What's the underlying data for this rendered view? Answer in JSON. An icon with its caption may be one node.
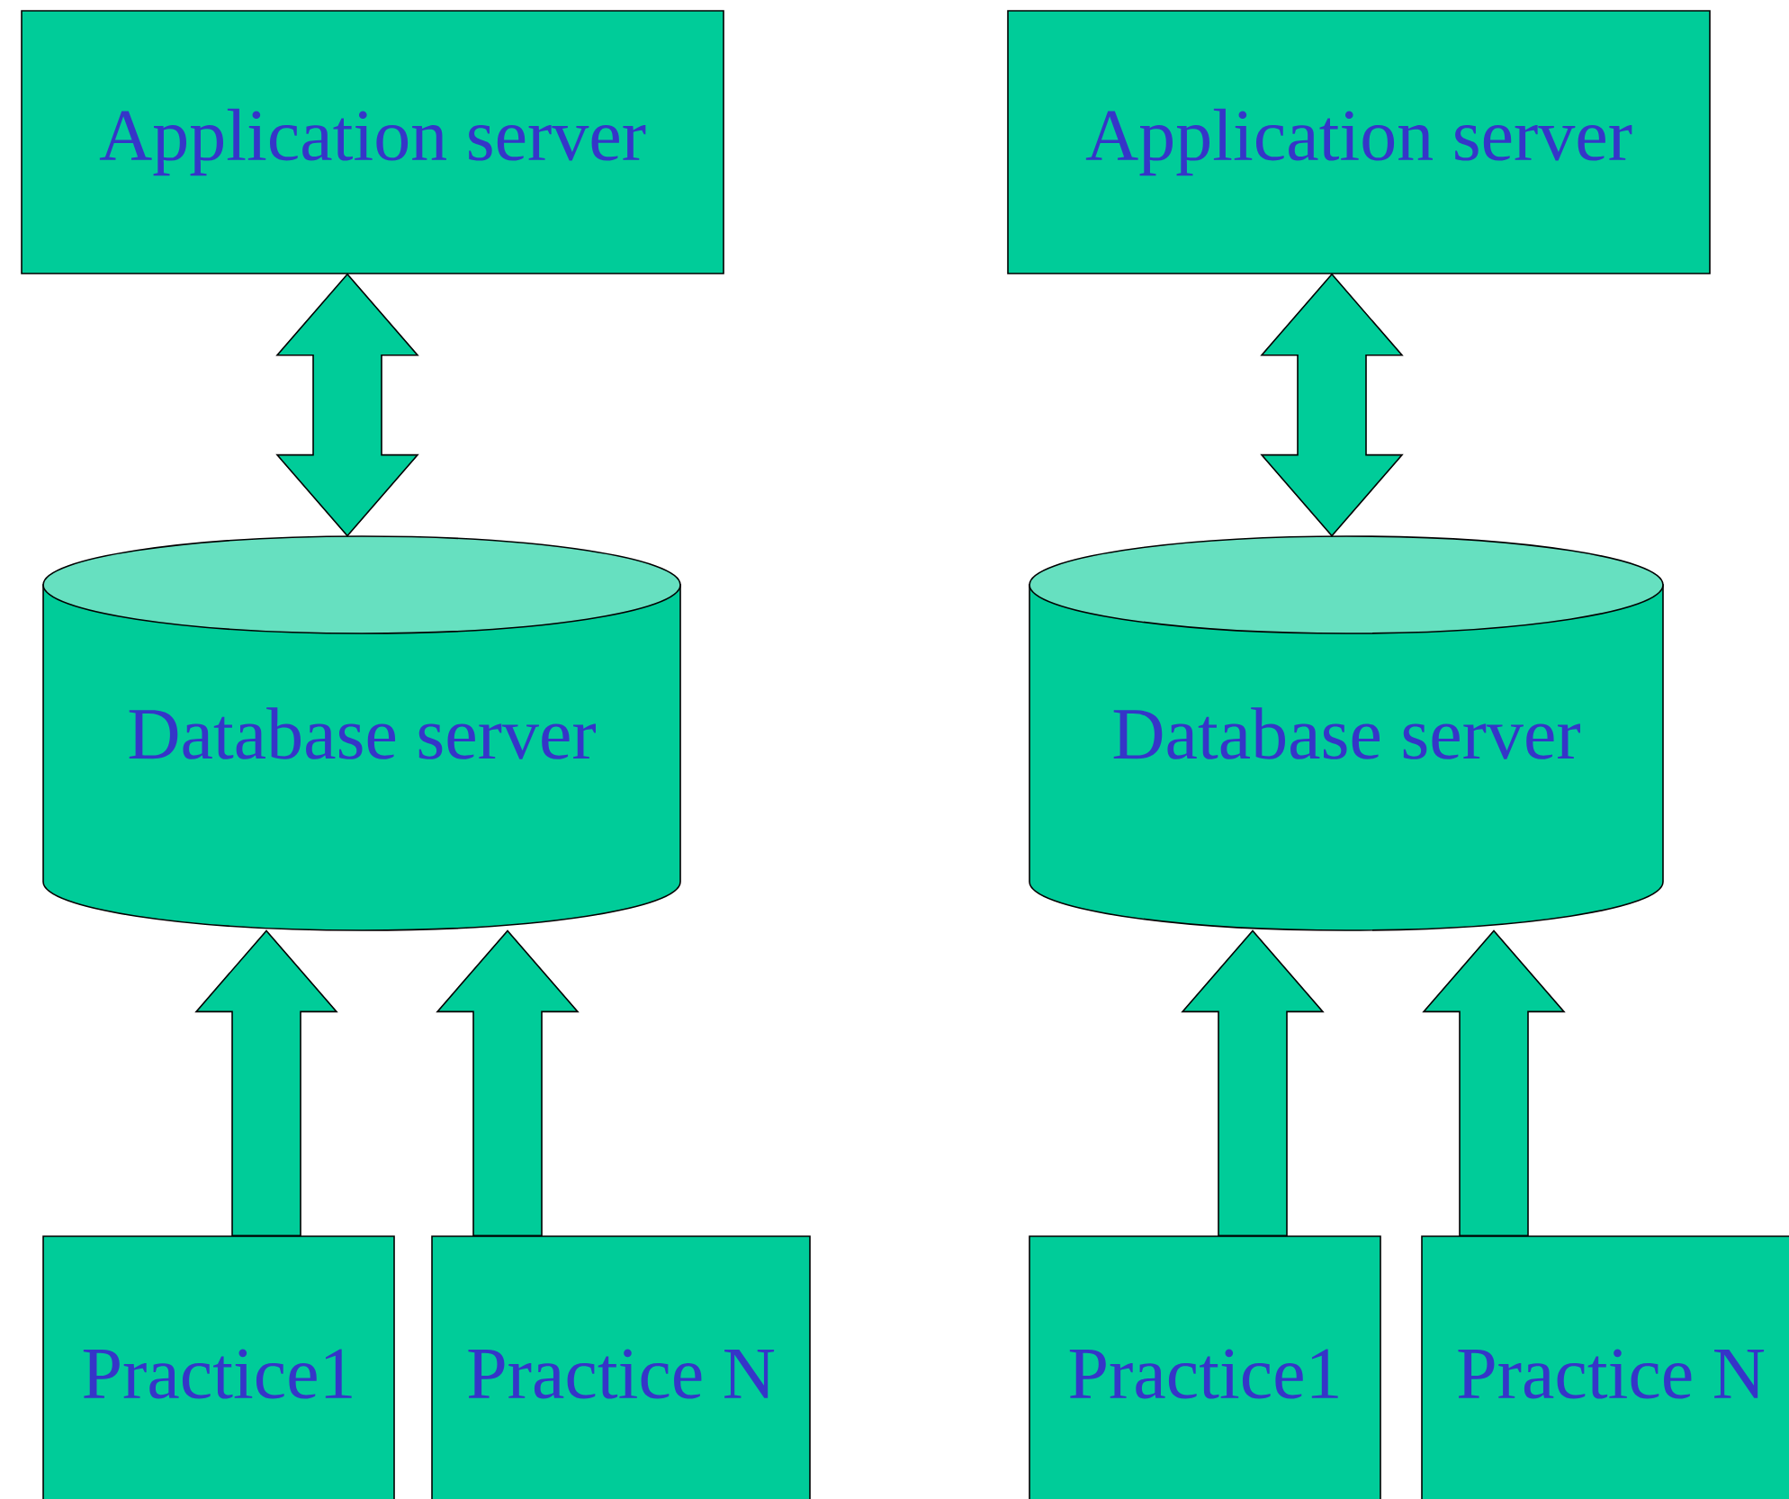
{
  "diagram": {
    "nodes": [
      {
        "text": [
          "Application server"
        ]
      },
      {
        "text": [
          "Database server"
        ]
      },
      {
        "text": [
          "Practice1"
        ]
      },
      {
        "text": [
          "Practice N"
        ]
      },
      {
        "text": [
          "Application server"
        ]
      },
      {
        "text": [
          "Database server"
        ]
      },
      {
        "text": [
          "Practice1"
        ]
      },
      {
        "text": [
          "Practice N"
        ]
      }
    ],
    "edges": [
      {
        "from": 0,
        "to": 1,
        "arrow": "both"
      },
      {
        "from": 2,
        "to": 1,
        "arrow": "to"
      },
      {
        "from": 3,
        "to": 1,
        "arrow": "to"
      },
      {
        "from": 4,
        "to": 5,
        "arrow": "both"
      },
      {
        "from": 6,
        "to": 5,
        "arrow": "to"
      },
      {
        "from": 7,
        "to": 5,
        "arrow": "to"
      }
    ]
  }
}
